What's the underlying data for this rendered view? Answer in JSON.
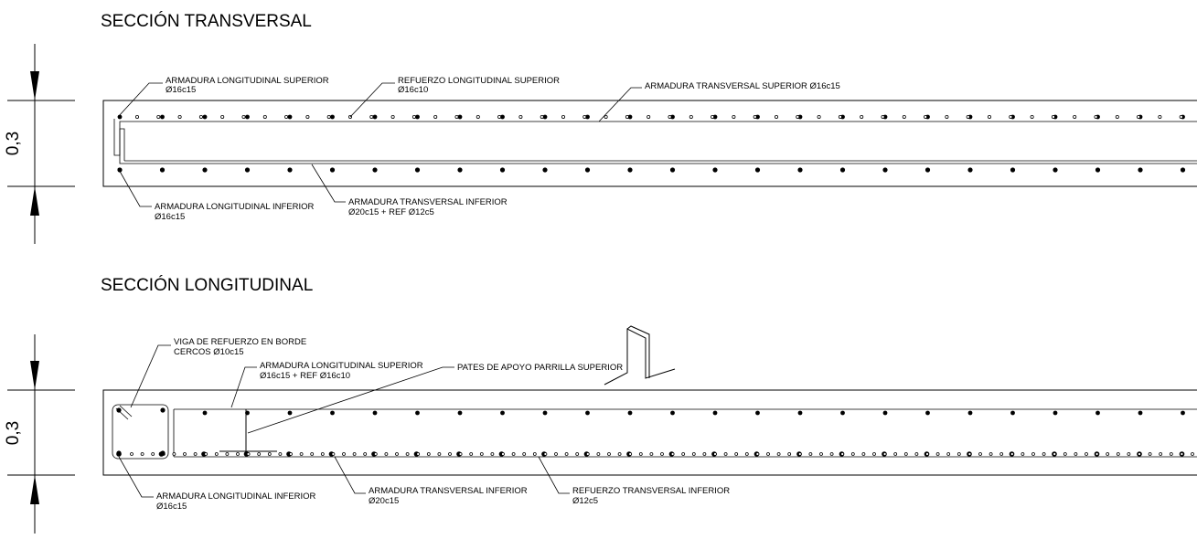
{
  "transversal": {
    "title": "SECCIÓN TRANSVERSAL",
    "dimension": "0,3",
    "labels": {
      "arm_long_sup": "ARMADURA LONGITUDINAL SUPERIOR",
      "arm_long_sup_spec": "Ø16c15",
      "ref_long_sup": "REFUERZO LONGITUDINAL SUPERIOR",
      "ref_long_sup_spec": "Ø16c10",
      "arm_trans_sup": "ARMADURA TRANSVERSAL SUPERIOR Ø16c15",
      "arm_long_inf": "ARMADURA LONGITUDINAL INFERIOR",
      "arm_long_inf_spec": "Ø16c15",
      "arm_trans_inf": "ARMADURA TRANSVERSAL INFERIOR",
      "arm_trans_inf_spec": "Ø20c15 + REF Ø12c5"
    }
  },
  "longitudinal": {
    "title": "SECCIÓN LONGITUDINAL",
    "dimension": "0,3",
    "labels": {
      "viga_ref": "VIGA DE REFUERZO EN BORDE",
      "viga_ref_spec": "CERCOS Ø10c15",
      "arm_long_sup": "ARMADURA LONGITUDINAL SUPERIOR",
      "arm_long_sup_spec": "Ø16c15 + REF Ø16c10",
      "pates": "PATES DE APOYO PARRILLA SUPERIOR",
      "arm_long_inf": "ARMADURA LONGITUDINAL INFERIOR",
      "arm_long_inf_spec": "Ø16c15",
      "arm_trans_inf": "ARMADURA TRANSVERSAL INFERIOR",
      "arm_trans_inf_spec": "Ø20c15",
      "ref_trans_inf": "REFUERZO TRANSVERSAL INFERIOR",
      "ref_trans_inf_spec": "Ø12c5"
    }
  }
}
